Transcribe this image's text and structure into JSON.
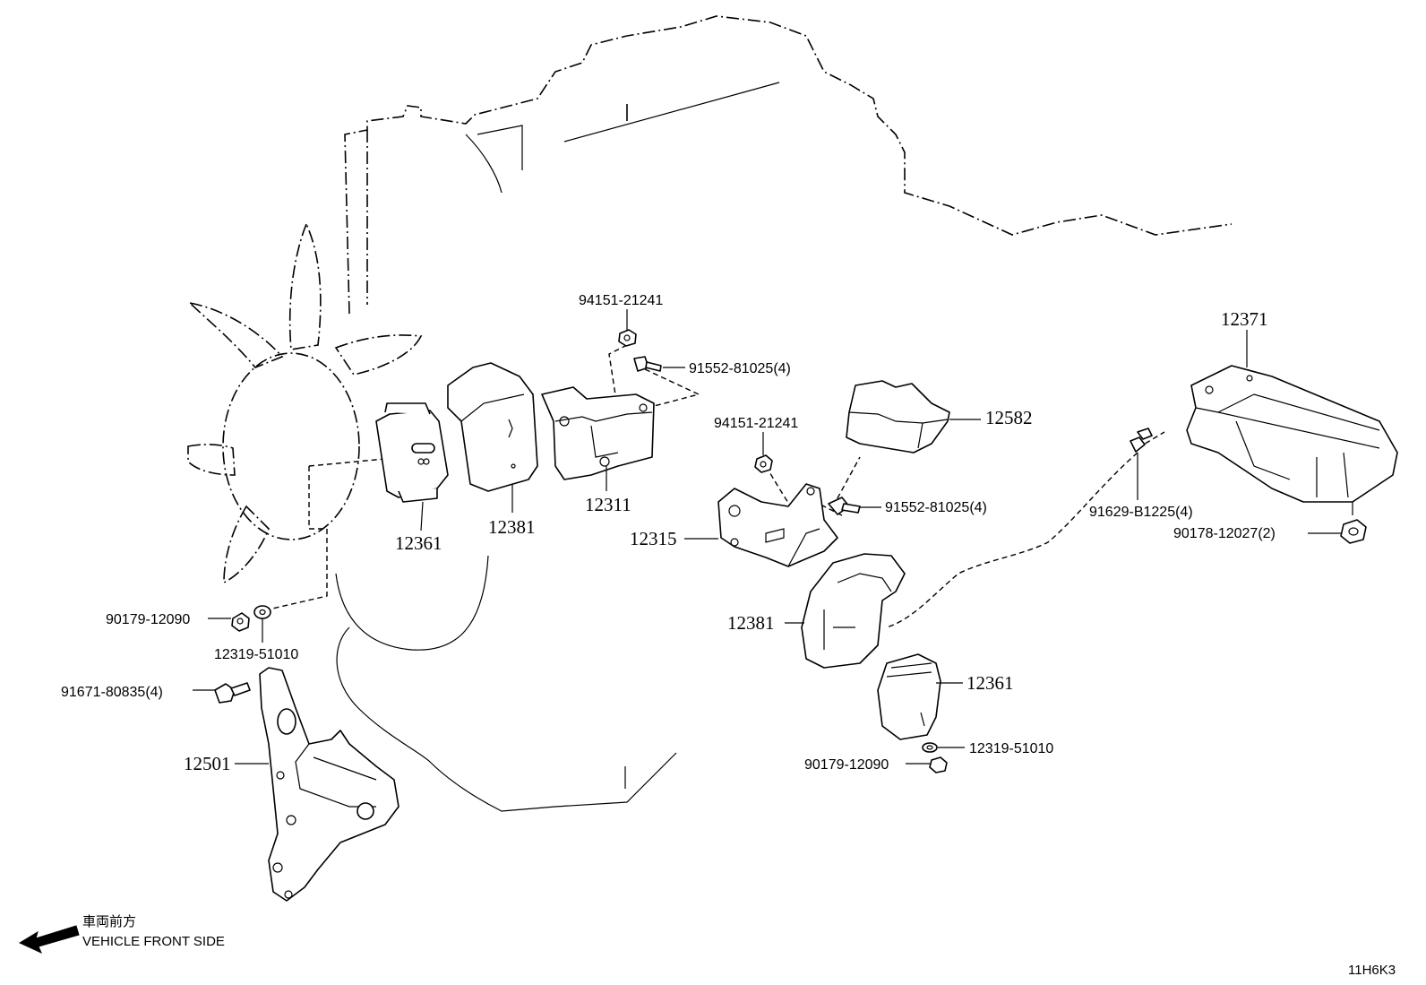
{
  "labels": {
    "p94151_upper": "94151-21241",
    "p91552_upper": "91552-81025(4)",
    "p12361_left": "12361",
    "p12381_left": "12381",
    "p12311": "12311",
    "p90179_left": "90179-12090",
    "p12319_left": "12319-51010",
    "p91671": "91671-80835(4)",
    "p12501": "12501",
    "p94151_mid": "94151-21241",
    "p12582": "12582",
    "p91552_mid": "91552-81025(4)",
    "p12315": "12315",
    "p12381_right": "12381",
    "p12361_right": "12361",
    "p12319_right": "12319-51010",
    "p90179_right": "90179-12090",
    "p12371": "12371",
    "p91629": "91629-B1225(4)",
    "p90178": "90178-12027(2)"
  },
  "footer": {
    "direction_jp": "車両前方",
    "direction_en": "VEHICLE FRONT SIDE",
    "figure_code": "11H6K3"
  }
}
